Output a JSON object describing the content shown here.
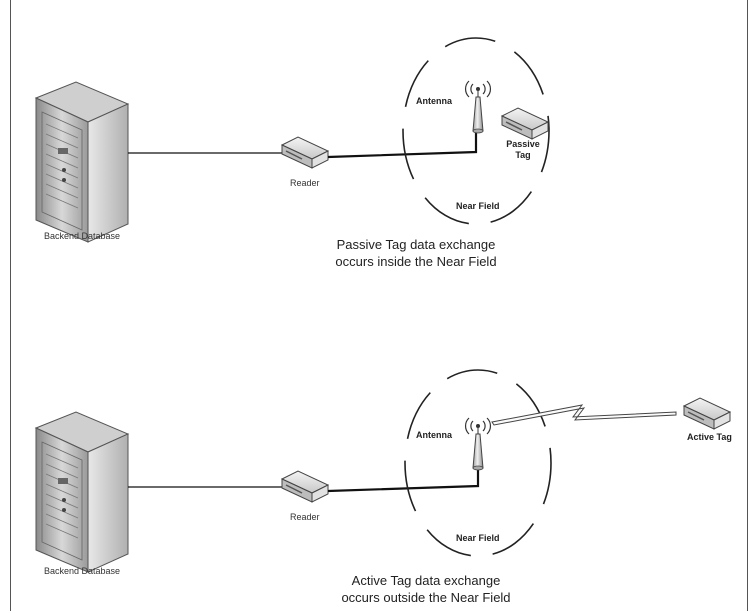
{
  "top_scene": {
    "database_label": "Backend Database",
    "reader_label": "Reader",
    "antenna_label": "Antenna",
    "tag_label_line1": "Passive",
    "tag_label_line2": "Tag",
    "field_label": "Near Field",
    "caption_line1": "Passive Tag data exchange",
    "caption_line2": "occurs inside the Near Field"
  },
  "bottom_scene": {
    "database_label": "Backend Database",
    "reader_label": "Reader",
    "antenna_label": "Antenna",
    "tag_label": "Active Tag",
    "field_label": "Near Field",
    "caption_line1": "Active Tag data exchange",
    "caption_line2": "occurs outside the Near Field"
  }
}
